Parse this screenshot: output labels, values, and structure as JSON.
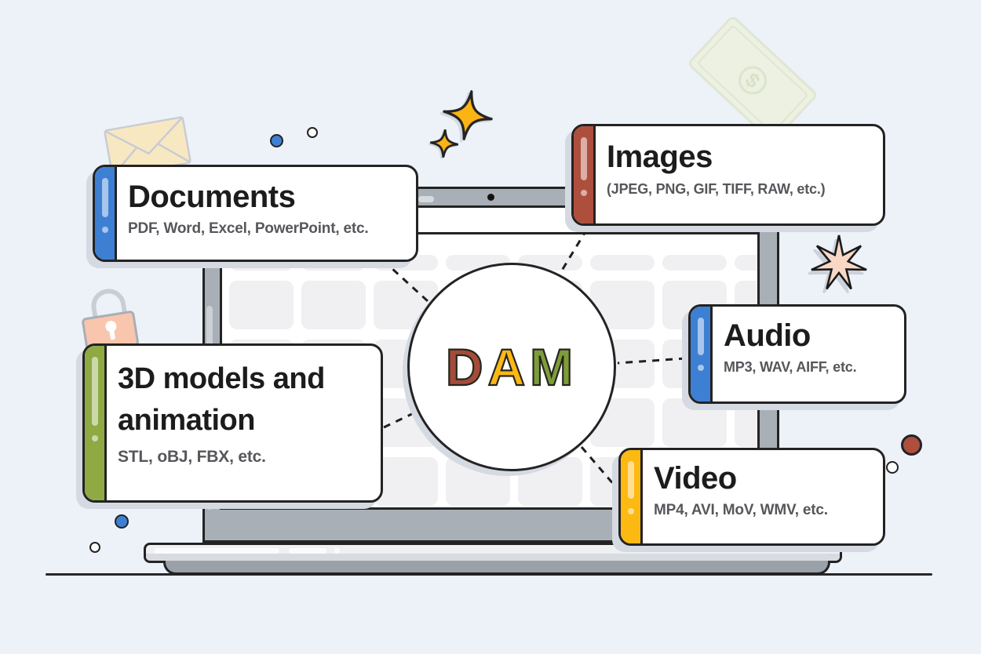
{
  "dam": {
    "letters": [
      {
        "char": "D",
        "color": "#a44b3a"
      },
      {
        "char": "A",
        "color": "#fcb813"
      },
      {
        "char": "M",
        "color": "#7e9c3b"
      }
    ]
  },
  "cards": [
    {
      "id": "documents",
      "title": "Documents",
      "formats": "PDF, Word, Excel, PowerPoint, etc.",
      "accent": "#3d80d3"
    },
    {
      "id": "images",
      "title": "Images",
      "formats": "(JPEG, PNG, GIF, TIFF, RAW, etc.)",
      "accent": "#ae4f3d"
    },
    {
      "id": "audio",
      "title": "Audio",
      "formats": "MP3, WAV, AIFF, etc.",
      "accent": "#3d80d3"
    },
    {
      "id": "video",
      "title": "Video",
      "formats": "MP4, AVI, MoV, WMV, etc.",
      "accent": "#fcb912"
    },
    {
      "id": "threed",
      "title": "3D models and animation",
      "formats": "STL, oBJ, FBX, etc.",
      "accent": "#8fa943"
    }
  ],
  "decorations": {
    "money_symbol": "$",
    "icons": [
      "envelope-icon",
      "lock-icon",
      "money-icon",
      "sparkle-icon",
      "burst-icon",
      "dot"
    ]
  },
  "colors": {
    "background": "#edf2f9",
    "card_shadow": "#d5d9e2",
    "outline": "#232323",
    "laptop_frame": "#a9afb7"
  }
}
